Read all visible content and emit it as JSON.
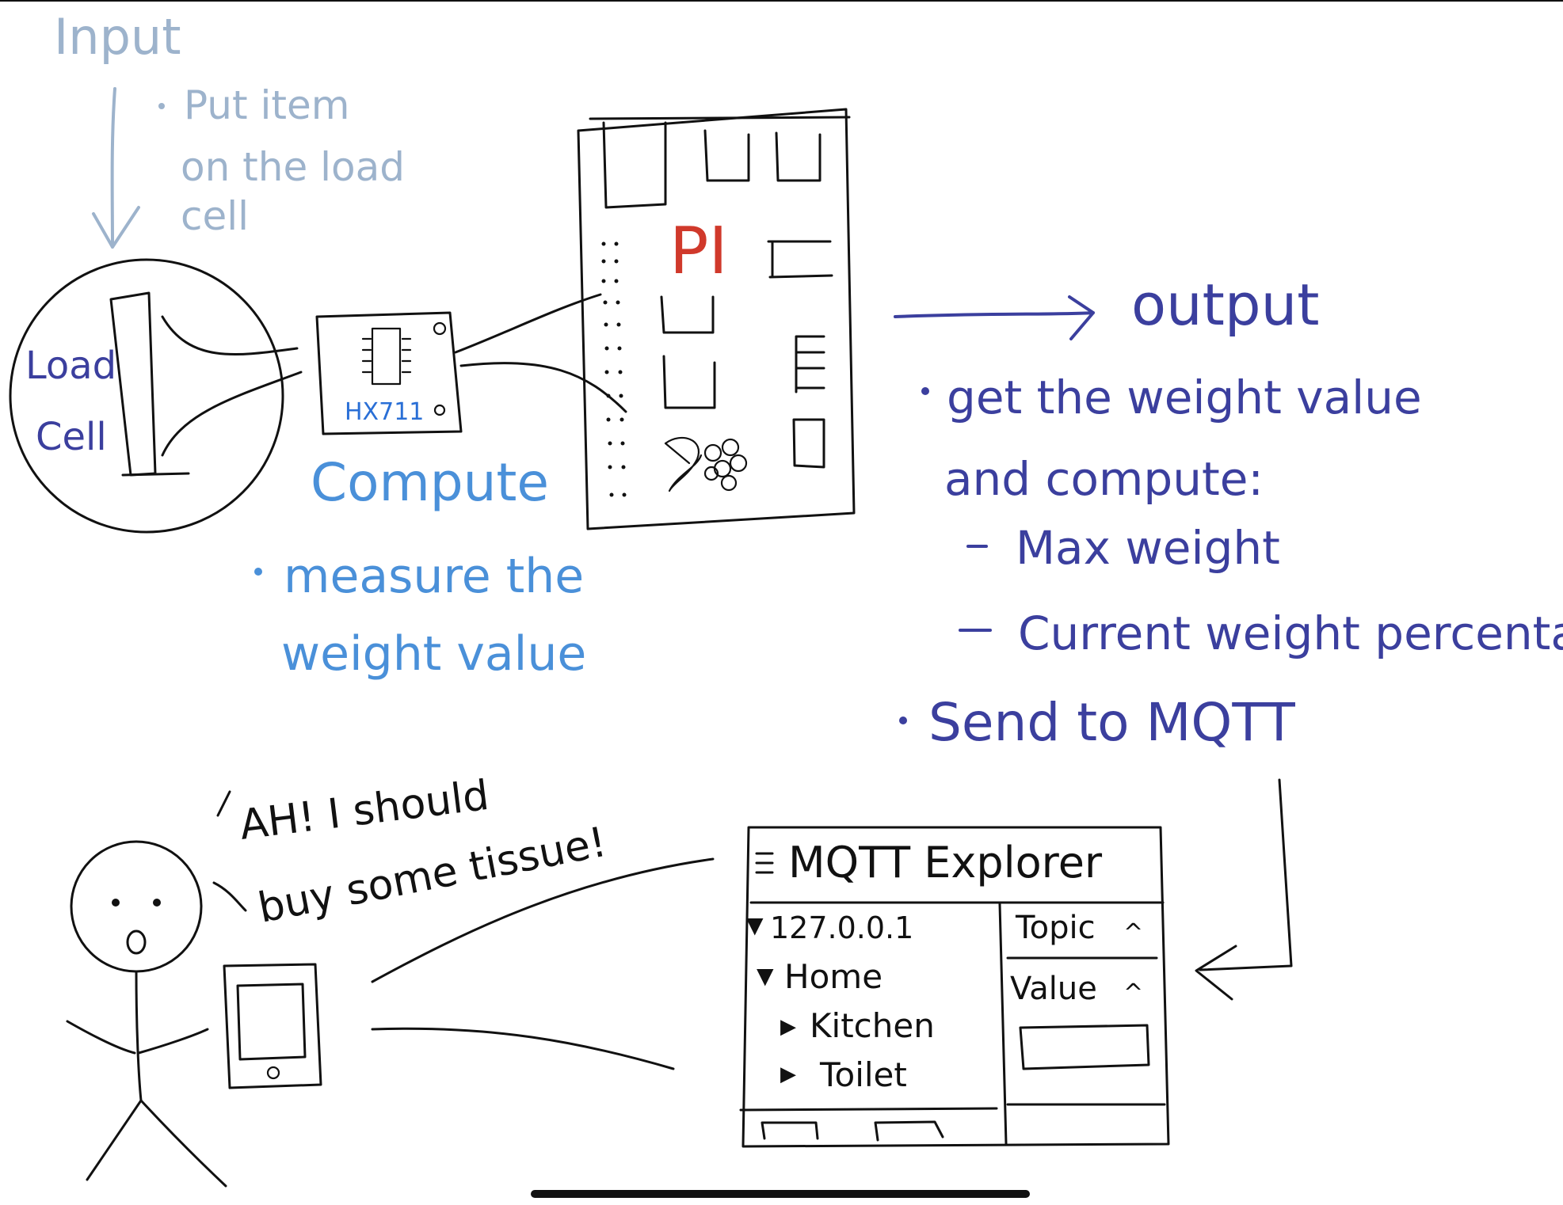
{
  "input": {
    "heading": "Input",
    "bullet": [
      "Put item",
      "on the load",
      "cell"
    ]
  },
  "load_cell": {
    "label_line1": "Load",
    "label_line2": "Cell"
  },
  "hx711": {
    "label": "HX711"
  },
  "compute": {
    "heading": "Compute",
    "bullet": [
      "measure the",
      "weight value"
    ]
  },
  "pi": {
    "label": "PI"
  },
  "output": {
    "heading": "output",
    "bullet1": [
      "get the weight value",
      "and compute:"
    ],
    "sub_items": [
      "Max weight",
      "Current weight percentage"
    ],
    "bullet2": "Send to MQTT"
  },
  "person": {
    "speech_line1": "AH! I should",
    "speech_line2": "buy some tissue!"
  },
  "mqtt_explorer": {
    "title": "MQTT Explorer",
    "menu_icon": "hamburger-icon",
    "tree": [
      {
        "label": "127.0.0.1",
        "marker": "▼"
      },
      {
        "label": "Home",
        "marker": "▼"
      },
      {
        "label": "Kitchen",
        "marker": "▶"
      },
      {
        "label": "Toilet",
        "marker": "▶"
      }
    ],
    "side_panel": {
      "topic_label": "Topic",
      "value_label": "Value",
      "caret": "^"
    }
  },
  "colors": {
    "input": "#9db3cc",
    "compute": "#4a90d9",
    "output": "#3b3f9e",
    "pi_label": "#d0392b",
    "ink": "#111111"
  }
}
